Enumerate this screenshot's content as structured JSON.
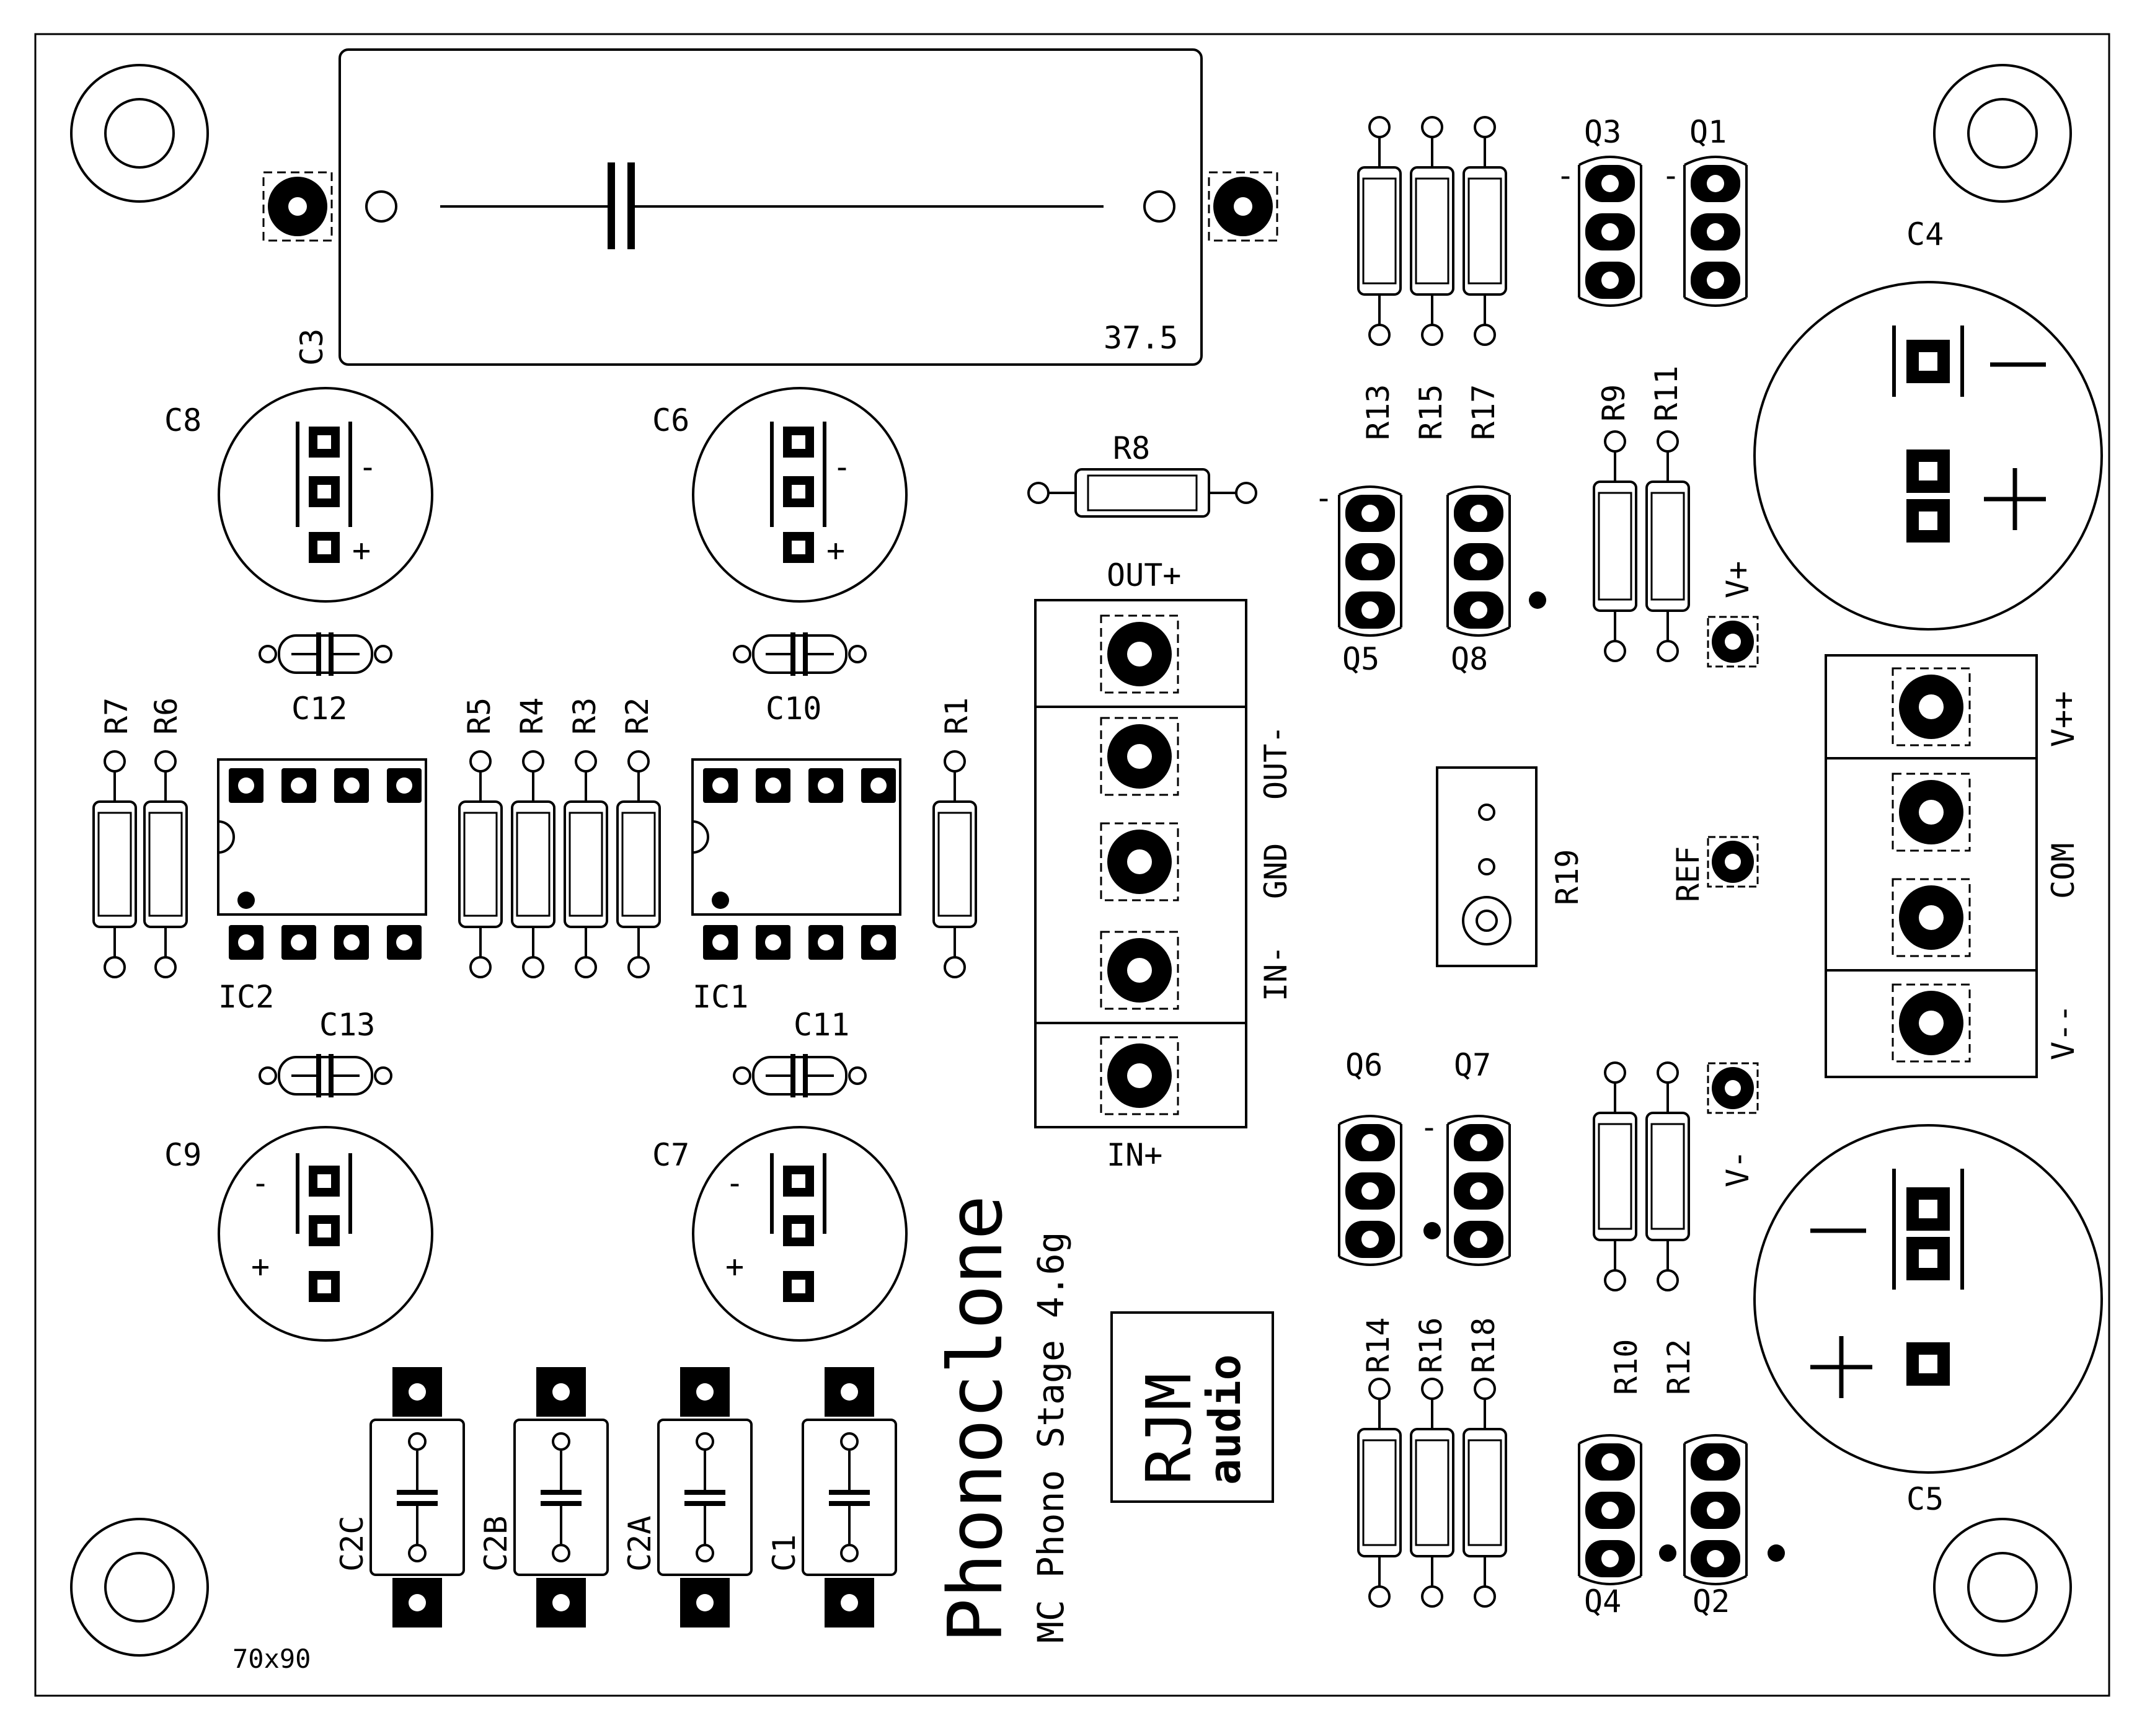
{
  "board": {
    "title": "Phonoclone",
    "subtitle": "MC Phono Stage 4.6g",
    "size_label": "70x90",
    "logo_text": [
      "RJM",
      "audio"
    ],
    "c3_value": "37.5"
  },
  "labels": {
    "C3": "C3",
    "C4": "C4",
    "C5": "C5",
    "C6": "C6",
    "C7": "C7",
    "C8": "C8",
    "C9": "C9",
    "C10": "C10",
    "C11": "C11",
    "C12": "C12",
    "C13": "C13",
    "C1": "C1",
    "C2A": "C2A",
    "C2B": "C2B",
    "C2C": "C2C",
    "R1": "R1",
    "R2": "R2",
    "R3": "R3",
    "R4": "R4",
    "R5": "R5",
    "R6": "R6",
    "R7": "R7",
    "R8": "R8",
    "R9": "R9",
    "R10": "R10",
    "R11": "R11",
    "R12": "R12",
    "R13": "R13",
    "R14": "R14",
    "R15": "R15",
    "R16": "R16",
    "R17": "R17",
    "R18": "R18",
    "R19": "R19",
    "Q1": "Q1",
    "Q2": "Q2",
    "Q3": "Q3",
    "Q4": "Q4",
    "Q5": "Q5",
    "Q6": "Q6",
    "Q7": "Q7",
    "Q8": "Q8",
    "IC1": "IC1",
    "IC2": "IC2"
  },
  "connectors": {
    "out_plus": "OUT+",
    "out_minus": "OUT-",
    "gnd": "GND",
    "in_minus": "IN-",
    "in_plus": "IN+",
    "v_pp": "V++",
    "com": "COM",
    "v_mm": "V--",
    "v_plus": "V+",
    "v_minus": "V-",
    "ref": "REF"
  },
  "polarity": {
    "plus": "+",
    "minus": "-"
  }
}
